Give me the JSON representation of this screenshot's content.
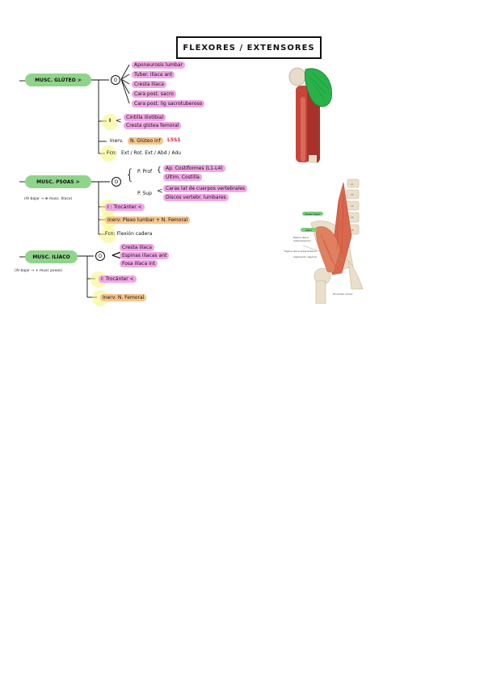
{
  "title": "FLEXORES / EXTENSORES",
  "gluteo": {
    "label": "MUSC. GLÚTEO >",
    "origin_mark": "O",
    "origins": [
      "Aponeurosis lumbar",
      "Tuber. ilíaca ant",
      "Cresta ilíaca",
      "Cara post. sacro",
      "Cara post. lig sacrotuberoso"
    ],
    "insertion_mark": "I",
    "insertions": [
      "Cintilla iliotibial",
      "Cresta glútea femoral"
    ],
    "innerv_label": "Inerv.",
    "innerv_value": "N. Glúteo inf",
    "innerv_note": "L5S1",
    "function_label": "Fcn:",
    "function_value": "Ext / Rot. Ext / Abd / Adu"
  },
  "psoas": {
    "label": "MUSC. PSOAS >",
    "note": "(Al bajar → ⊕ musc. Ilíaco)",
    "origin_mark": "O",
    "deep_label": "P. Prof",
    "deep_items": [
      "Ap. Costiformes (L1-L4)",
      "Ultim. Costilla"
    ],
    "sup_label": "P. Sup",
    "sup_items": [
      "Caras lat de cuerpos vertebrales",
      "Discos vertebr. lumbares"
    ],
    "insertion": "I : Trocánter <",
    "innerv": "Inerv: Plexo lumbar + N. Femoral",
    "function": "Fcn: Flexión cadera"
  },
  "iliaco": {
    "label": "MUSC. ILÍACO",
    "note": "(Al bajar → + musc psoas)",
    "origin_mark": "O",
    "origins": [
      "Cresta ilíaca",
      "Espinas ilíacas ant",
      "Fosa ilíaca int"
    ],
    "insertion": "I: Trocánter <",
    "innerv": "Inerv: N. Femoral"
  },
  "figure2_labels": {
    "psoas": "Psoas mayor",
    "iliaco": "Ilíaco",
    "spine1": "Espina iliaca anterosuperior",
    "spine2": "Espina iliaca anteroinferior",
    "ligament": "Ligamento inguinal",
    "trochanter": "Trocánter menor",
    "vertebrae": [
      "L1",
      "L2",
      "L3",
      "L4",
      "L5"
    ]
  },
  "colors": {
    "green_label": "#8fd48a",
    "pink": "#f2a7e6",
    "yellow": "#f6f57a",
    "orange": "#f7c68b"
  }
}
